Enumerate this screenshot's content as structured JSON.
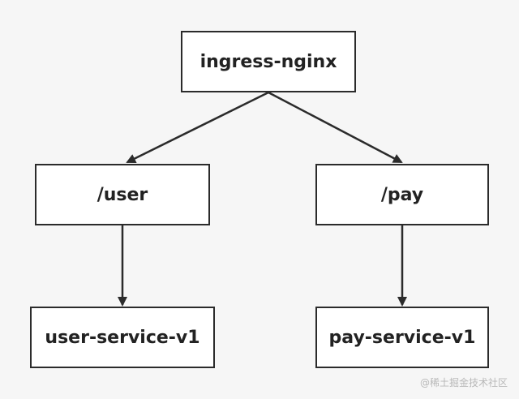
{
  "diagram": {
    "nodes": [
      {
        "id": "ingress",
        "label": "ingress-nginx"
      },
      {
        "id": "user",
        "label": "/user"
      },
      {
        "id": "pay",
        "label": "/pay"
      },
      {
        "id": "user_service",
        "label": "user-service-v1"
      },
      {
        "id": "pay_service",
        "label": "pay-service-v1"
      }
    ],
    "edges": [
      {
        "from": "ingress",
        "to": "user"
      },
      {
        "from": "ingress",
        "to": "pay"
      },
      {
        "from": "user",
        "to": "user_service"
      },
      {
        "from": "pay",
        "to": "pay_service"
      }
    ]
  },
  "watermark": "@稀土掘金技术社区",
  "colors": {
    "background": "#f6f6f6",
    "node_fill": "#ffffff",
    "stroke": "#2b2b2b",
    "text": "#222222",
    "watermark": "#b8b8b8"
  }
}
